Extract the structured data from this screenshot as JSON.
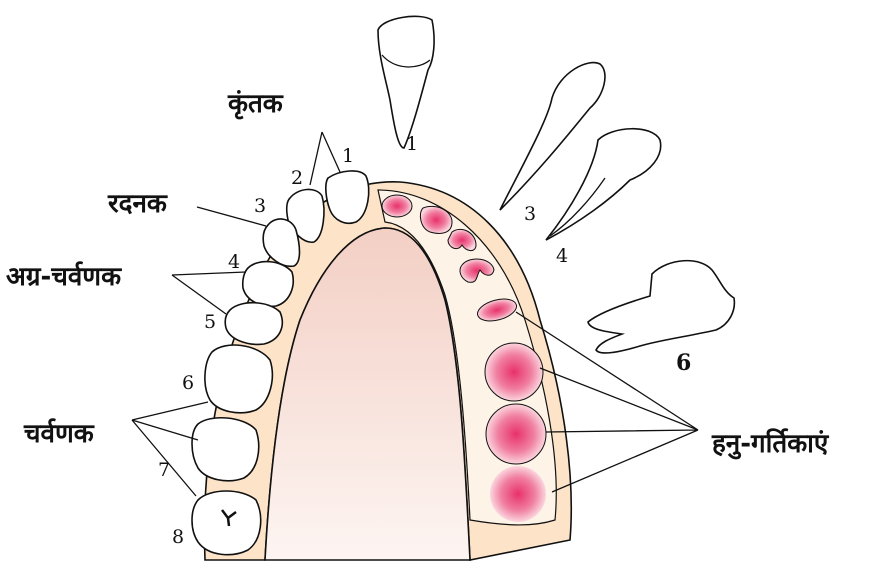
{
  "labels": {
    "incisors": "कृंतक",
    "canine": "रदनक",
    "premolars": "अग्र-चर्वणक",
    "molars": "चर्वणक",
    "sockets": "हनु-गर्तिकाएं"
  },
  "tooth_numbers": [
    "1",
    "2",
    "3",
    "4",
    "5",
    "6",
    "7",
    "8"
  ],
  "isolated_tooth_numbers": [
    "1",
    "3",
    "4",
    "6"
  ],
  "colors": {
    "gum": "#fde6cc",
    "palate": "#f6d3cb",
    "socket": "#e8477a",
    "outline": "#111111"
  }
}
